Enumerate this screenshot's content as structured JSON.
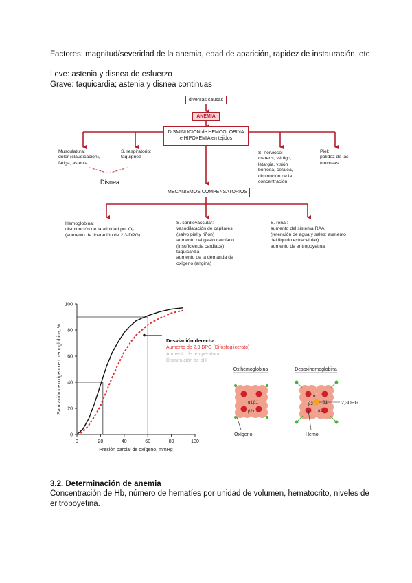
{
  "intro": {
    "factors": "Factores: magnitud/severidad de la anemia, edad de aparición, rapidez de instauración, etc",
    "leve": "Leve: astenia y disnea de esfuerzo",
    "grave": "Grave: taquicardia; astenia y disnea continuas"
  },
  "flowchart": {
    "causes": "diversas causas",
    "anemia": "ANEMIA",
    "hb_line1": "DISMINUCIÓN de HEMOGLOBINA",
    "hb_line2": "e HIPOXEMIA en tejidos",
    "leaf_muscle": [
      "Musculatura:",
      "dolor (claudicación),",
      "fatiga, astenia"
    ],
    "leaf_resp": [
      "S. respiratorio:",
      "taquipnea"
    ],
    "disnea": "Disnea",
    "leaf_nerv": [
      "S. nervioso:",
      "mareos, vértigo,",
      "letargia, visión",
      "borrosa, cefalea,",
      "diminución de la",
      "concentración"
    ],
    "leaf_skin": [
      "Piel:",
      "palidez de las",
      "mucosas"
    ],
    "mechanisms": "MECANISMOS COMPENSATORIOS",
    "leaf_hemo": [
      "Hemoglobina:",
      "disminución de la afinidad por O₂",
      "(aumento de liberación de 2,3-DPG)"
    ],
    "leaf_cardio": [
      "S. cardiovascular:",
      "vasodilatación de capilares",
      "(salvo piel y riñón)",
      "aumento del gasto cardíaco",
      "(insuficiencia cardiaca)",
      "taquicardia",
      "aumento de la demanda de",
      "oxígeno (angina)"
    ],
    "leaf_renal": [
      "S. renal:",
      "aumento del sistema RAA",
      "(retención de agua y sales; aumento",
      "del líquido extracelular)",
      "aumento de eritropoyetina"
    ]
  },
  "chart_data": {
    "type": "line",
    "xlabel": "Presión parcial de oxígeno, mmHg",
    "ylabel": "Saturación de oxígeno en hemoglobina, %",
    "xticks": [
      0,
      20,
      40,
      60,
      80,
      100
    ],
    "yticks": [
      0,
      20,
      40,
      60,
      80,
      100
    ],
    "xlim": [
      0,
      100
    ],
    "ylim": [
      0,
      100
    ],
    "series": [
      {
        "style": "solid",
        "color": "#111111",
        "x": [
          0,
          5,
          10,
          15,
          20,
          25,
          30,
          35,
          40,
          45,
          50,
          55,
          60,
          70,
          80,
          90
        ],
        "y": [
          0,
          4,
          12,
          24,
          38,
          52,
          63,
          71,
          78,
          83,
          87,
          89,
          91,
          94,
          96,
          97
        ]
      },
      {
        "style": "dashed",
        "color": "#e03030",
        "x": [
          0,
          5,
          10,
          15,
          20,
          25,
          30,
          35,
          40,
          45,
          50,
          55,
          60,
          70,
          80,
          90
        ],
        "y": [
          0,
          2,
          7,
          14,
          22,
          33,
          44,
          54,
          63,
          70,
          76,
          80,
          84,
          89,
          93,
          95
        ]
      }
    ],
    "reference_lines": [
      {
        "x": 22,
        "y": 40
      },
      {
        "x": 60,
        "y": 90
      }
    ],
    "legend": {
      "title": "Desviación derecha",
      "items": [
        {
          "label": "Aumento de 2,3 DPG (Difosfoglicerato)",
          "color": "#e03030"
        },
        {
          "label": "Aumento de temperatura",
          "color": "#b8b8b8"
        },
        {
          "label": "Disminución de pH",
          "color": "#b8b8b8"
        }
      ]
    }
  },
  "hemoglobin": {
    "oxy_title": "Oxihemoglobina",
    "deoxy_title": "Desoxihemoglobina",
    "alpha1": "α1",
    "beta1": "β1",
    "beta2": "β2",
    "alpha2": "α2",
    "dpg_label": "2,3DPG",
    "oxygen_label": "Oxígeno",
    "hemo_label": "Hemo",
    "colors": {
      "subunit": "#f1a28e",
      "heme": "#d01e2a",
      "oxygen": "#4cae3c",
      "dpg": "#f2a41c"
    }
  },
  "section": {
    "heading": "3.2. Determinación de anemia",
    "body_line1": "Concentración de Hb, número de hematíes por unidad de volumen, hematocrito, niveles de",
    "body_line2": "eritropoyetina."
  }
}
